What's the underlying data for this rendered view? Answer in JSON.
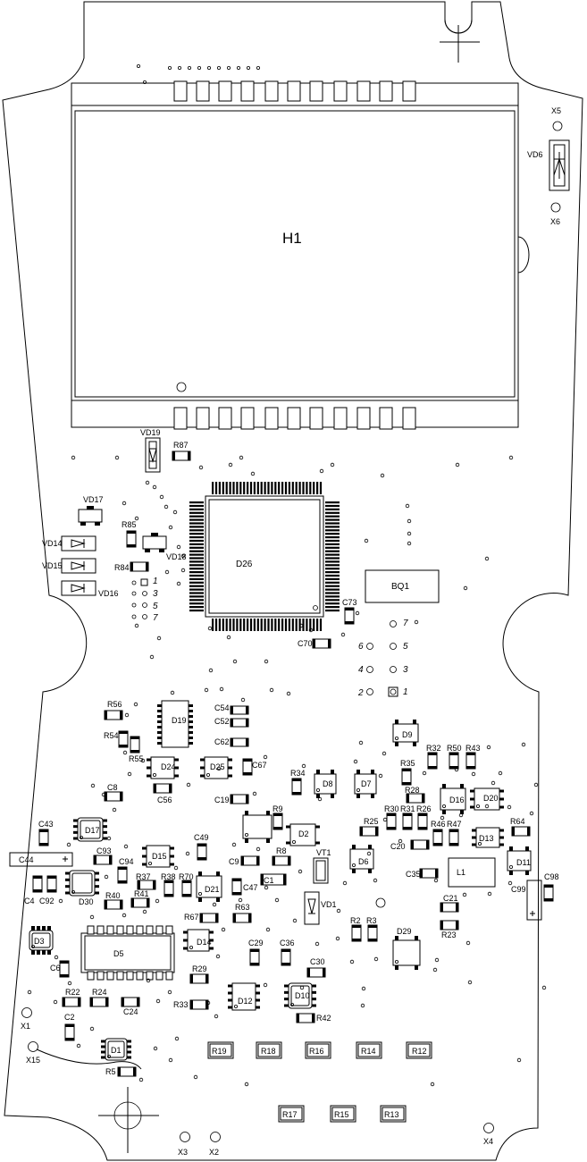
{
  "board": {
    "display_label": "H1",
    "mcu_label": "D26",
    "crystal_label": "BQ1",
    "connector_labels": [
      "X1",
      "X2",
      "X3",
      "X4",
      "X5",
      "X6",
      "X15"
    ],
    "pin_numbers": [
      "1",
      "2",
      "3",
      "4",
      "5",
      "6",
      "7"
    ]
  },
  "components": [
    {
      "label": "VD6"
    },
    {
      "label": "VD19"
    },
    {
      "label": "R87"
    },
    {
      "label": "VD17"
    },
    {
      "label": "R85"
    },
    {
      "label": "VD18"
    },
    {
      "label": "VD14"
    },
    {
      "label": "VD15"
    },
    {
      "label": "VD16"
    },
    {
      "label": "R84"
    },
    {
      "label": "C73"
    },
    {
      "label": "C70"
    },
    {
      "label": "R56"
    },
    {
      "label": "R54"
    },
    {
      "label": "R55"
    },
    {
      "label": "D19"
    },
    {
      "label": "C54"
    },
    {
      "label": "C52"
    },
    {
      "label": "C62"
    },
    {
      "label": "D24"
    },
    {
      "label": "D25"
    },
    {
      "label": "C67"
    },
    {
      "label": "C56"
    },
    {
      "label": "C8"
    },
    {
      "label": "C19"
    },
    {
      "label": "R34"
    },
    {
      "label": "D8"
    },
    {
      "label": "D7"
    },
    {
      "label": "D9"
    },
    {
      "label": "R32"
    },
    {
      "label": "R50"
    },
    {
      "label": "R43"
    },
    {
      "label": "R35"
    },
    {
      "label": "R28"
    },
    {
      "label": "D16"
    },
    {
      "label": "D20"
    },
    {
      "label": "C43"
    },
    {
      "label": "D17"
    },
    {
      "label": "R9"
    },
    {
      "label": "D2"
    },
    {
      "label": "R30"
    },
    {
      "label": "R31"
    },
    {
      "label": "R26"
    },
    {
      "label": "R25"
    },
    {
      "label": "R46"
    },
    {
      "label": "R47"
    },
    {
      "label": "D13"
    },
    {
      "label": "R64"
    },
    {
      "label": "C93"
    },
    {
      "label": "C49"
    },
    {
      "label": "R8"
    },
    {
      "label": "C20"
    },
    {
      "label": "C44"
    },
    {
      "label": "C94"
    },
    {
      "label": "D15"
    },
    {
      "label": "C9"
    },
    {
      "label": "VT1"
    },
    {
      "label": "D6"
    },
    {
      "label": "D11"
    },
    {
      "label": "L1"
    },
    {
      "label": "C35"
    },
    {
      "label": "C98"
    },
    {
      "label": "C4"
    },
    {
      "label": "C92"
    },
    {
      "label": "D30"
    },
    {
      "label": "R37"
    },
    {
      "label": "R38"
    },
    {
      "label": "R70"
    },
    {
      "label": "D21"
    },
    {
      "label": "C47"
    },
    {
      "label": "C1"
    },
    {
      "label": "C99"
    },
    {
      "label": "R40"
    },
    {
      "label": "R41"
    },
    {
      "label": "VD1"
    },
    {
      "label": "C21"
    },
    {
      "label": "R67"
    },
    {
      "label": "R63"
    },
    {
      "label": "R2"
    },
    {
      "label": "R3"
    },
    {
      "label": "D29"
    },
    {
      "label": "R23"
    },
    {
      "label": "D3"
    },
    {
      "label": "D5"
    },
    {
      "label": "D14"
    },
    {
      "label": "C29"
    },
    {
      "label": "C36"
    },
    {
      "label": "C6"
    },
    {
      "label": "C30"
    },
    {
      "label": "R29"
    },
    {
      "label": "R22"
    },
    {
      "label": "R24"
    },
    {
      "label": "C24"
    },
    {
      "label": "R33"
    },
    {
      "label": "D12"
    },
    {
      "label": "D10"
    },
    {
      "label": "R42"
    },
    {
      "label": "C2"
    },
    {
      "label": "D1"
    },
    {
      "label": "R5"
    },
    {
      "label": "R19"
    },
    {
      "label": "R18"
    },
    {
      "label": "R16"
    },
    {
      "label": "R14"
    },
    {
      "label": "R12"
    },
    {
      "label": "R17"
    },
    {
      "label": "R15"
    },
    {
      "label": "R13"
    }
  ],
  "colors": {
    "ink": "#000000",
    "paper": "#ffffff"
  }
}
